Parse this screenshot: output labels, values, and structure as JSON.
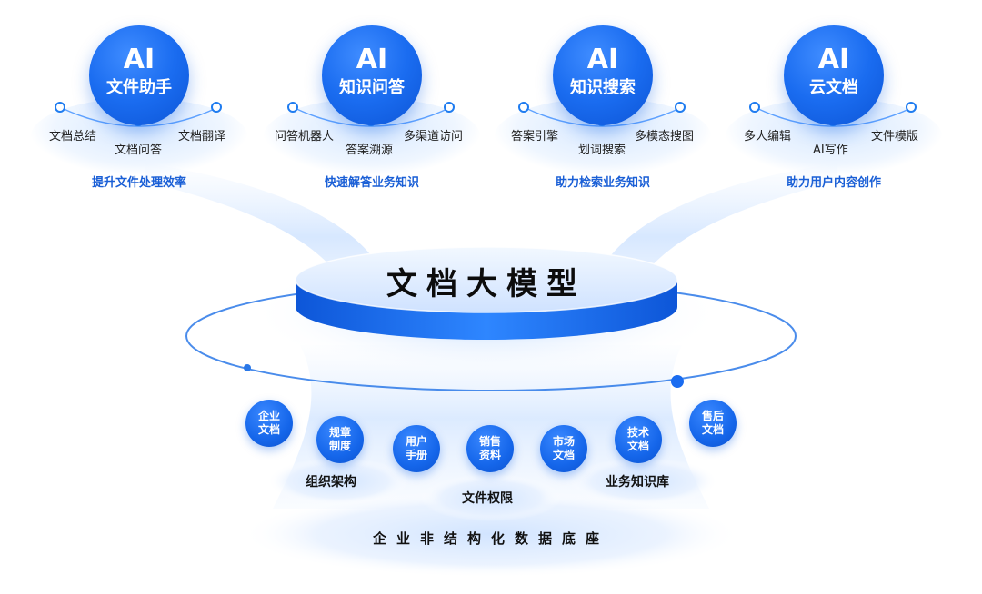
{
  "modules": [
    {
      "ai": "AI",
      "name": "文件助手",
      "items": [
        "文档总结",
        "文档问答",
        "文档翻译"
      ],
      "subtitle": "提升文件处理效率"
    },
    {
      "ai": "AI",
      "name": "知识问答",
      "items": [
        "问答机器人",
        "答案溯源",
        "多渠道访问"
      ],
      "subtitle": "快速解答业务知识"
    },
    {
      "ai": "AI",
      "name": "知识搜索",
      "items": [
        "答案引擎",
        "划词搜索",
        "多模态搜图"
      ],
      "subtitle": "助力检索业务知识"
    },
    {
      "ai": "AI",
      "name": "云文档",
      "items": [
        "多人编辑",
        "AI写作",
        "文件模版"
      ],
      "subtitle": "助力用户内容创作"
    }
  ],
  "core": {
    "title": "文档大模型"
  },
  "data_sources": [
    {
      "line1": "企业",
      "line2": "文档"
    },
    {
      "line1": "规章",
      "line2": "制度"
    },
    {
      "line1": "用户",
      "line2": "手册"
    },
    {
      "line1": "销售",
      "line2": "资料"
    },
    {
      "line1": "市场",
      "line2": "文档"
    },
    {
      "line1": "技术",
      "line2": "文档"
    },
    {
      "line1": "售后",
      "line2": "文档"
    }
  ],
  "groups": {
    "left": "组织架构",
    "center": "文件权限",
    "right": "业务知识库"
  },
  "foundation": {
    "title": "企业非结构化数据底座"
  },
  "colors": {
    "primary": "#1a6cf0",
    "subtitle": "#1a5fd6",
    "ring": "#2a78e8",
    "glow": "#d6e8ff"
  }
}
